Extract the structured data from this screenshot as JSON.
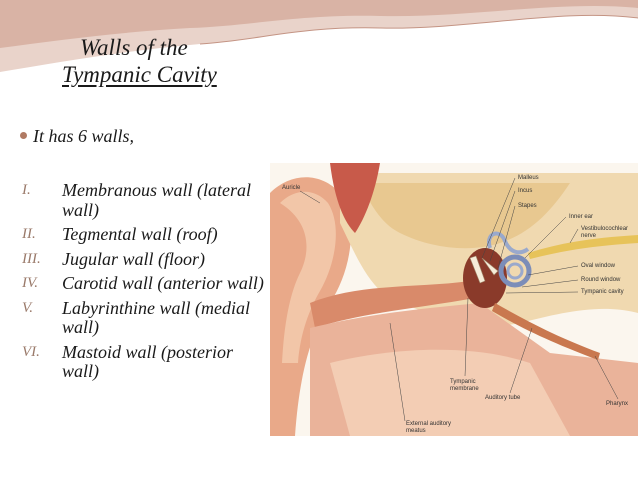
{
  "slide": {
    "title_line1": "Walls of the",
    "title_line2": "Tympanic Cavity",
    "intro": "It has 6 walls,",
    "walls": [
      {
        "num": "I.",
        "text": "Membranous wall (lateral wall)"
      },
      {
        "num": "II.",
        "text": "Tegmental wall (roof)"
      },
      {
        "num": "III.",
        "text": "Jugular wall (floor)"
      },
      {
        "num": "IV.",
        "text": "Carotid wall (anterior wall)"
      },
      {
        "num": "V.",
        "text": "Labyrinthine wall (medial wall)"
      },
      {
        "num": "VI.",
        "text": "Mastoid wall (posterior wall)"
      }
    ]
  },
  "figure": {
    "labels": {
      "auricle": "Auricle",
      "malleus": "Malleus",
      "incus": "Incus",
      "stapes": "Stapes",
      "inner_ear": "Inner ear",
      "vestibulocochlear": "Vestibulocochlear",
      "vestibulocochlear2": "nerve",
      "oval_window": "Oval window",
      "round_window": "Round window",
      "tympanic_cavity": "Tympanic cavity",
      "tympanic_membrane": "Tympanic",
      "tympanic_membrane2": "membrane",
      "auditory_tube": "Auditory tube",
      "pharynx": "Pharynx",
      "external_meatus": "External auditory",
      "external_meatus2": "meatus"
    }
  },
  "colors": {
    "accent_wave": "#e3c6bb",
    "bullet": "#b07a63",
    "numeral": "#9a7a6a"
  }
}
